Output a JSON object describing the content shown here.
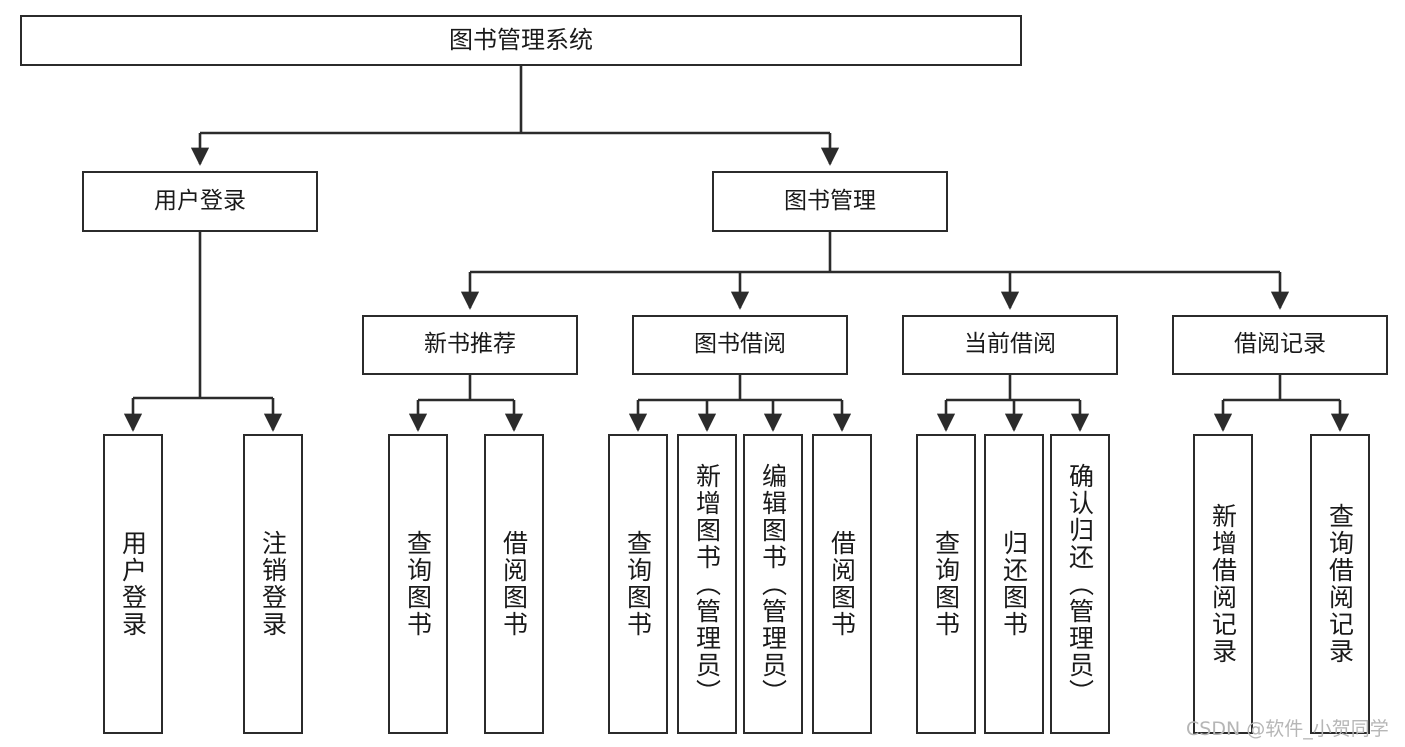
{
  "diagram": {
    "title": "图书管理系统",
    "watermark": "CSDN @软件_小贺同学",
    "colors": {
      "box_border": "#2b2b2b",
      "box_fill": "#ffffff",
      "connector": "#2b2b2b",
      "text": "#1a1a1a",
      "watermark": "#b6b6b6"
    },
    "nodes": {
      "root": {
        "label": "图书管理系统"
      },
      "level2": [
        {
          "label": "用户登录"
        },
        {
          "label": "图书管理"
        }
      ],
      "level3": [
        {
          "label": "新书推荐"
        },
        {
          "label": "图书借阅"
        },
        {
          "label": "当前借阅"
        },
        {
          "label": "借阅记录"
        }
      ],
      "leaves": {
        "user_login": [
          {
            "label": "用户登录"
          },
          {
            "label": "注销登录"
          }
        ],
        "new_book_recommend": [
          {
            "label": "查询图书"
          },
          {
            "label": "借阅图书"
          }
        ],
        "book_borrow": [
          {
            "label": "查询图书"
          },
          {
            "label": "新增图书（管理员）"
          },
          {
            "label": "编辑图书（管理员）"
          },
          {
            "label": "借阅图书"
          }
        ],
        "current_borrow": [
          {
            "label": "查询图书"
          },
          {
            "label": "归还图书"
          },
          {
            "label": "确认归还（管理员）"
          }
        ],
        "borrow_record": [
          {
            "label": "新增借阅记录"
          },
          {
            "label": "查询借阅记录"
          }
        ]
      }
    }
  }
}
